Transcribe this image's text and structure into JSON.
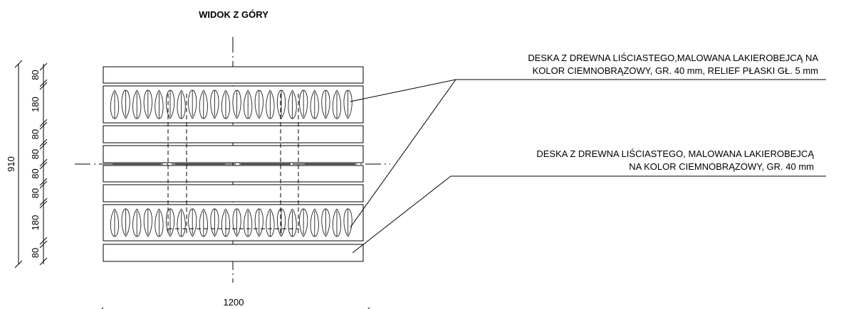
{
  "title": "WIDOK Z GÓRY",
  "callouts": [
    {
      "line1": "DESKA Z DREWNA LIŚCIASTEGO,MALOWANA  LAKIEROBEJCĄ NA",
      "line2": "KOLOR CIEMNOBRĄZOWY, GR. 40 mm, RELIEF PŁASKI GŁ. 5 mm"
    },
    {
      "line1": "DESKA Z DREWNA LIŚCIASTEGO, MALOWANA  LAKIEROBEJCĄ",
      "line2": "NA KOLOR CIEMNOBRĄZOWY, GR. 40  mm"
    }
  ],
  "dimensions": {
    "width_total": "1200",
    "height_total": "910",
    "segments": [
      "80",
      "180",
      "80",
      "80",
      "80",
      "80",
      "180",
      "80"
    ]
  },
  "boards": [
    {
      "type": "plain",
      "height_mm": 80
    },
    {
      "type": "relief",
      "height_mm": 180
    },
    {
      "type": "plain",
      "height_mm": 80
    },
    {
      "type": "plain",
      "height_mm": 80
    },
    {
      "type": "plain",
      "height_mm": 80
    },
    {
      "type": "plain",
      "height_mm": 80
    },
    {
      "type": "relief",
      "height_mm": 180
    },
    {
      "type": "plain",
      "height_mm": 80
    }
  ]
}
